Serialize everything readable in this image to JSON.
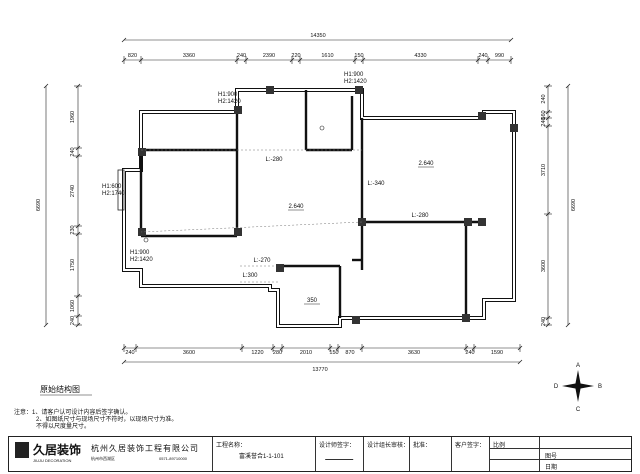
{
  "drawing": {
    "title": "原始结构图",
    "overall_top": "14350",
    "overall_bottom": "13770",
    "overall_left": "6690",
    "overall_right": "6690",
    "top_dims": [
      "820",
      "3360",
      "240",
      "2390",
      "220",
      "1610",
      "150",
      "4330",
      "240",
      "990"
    ],
    "bottom_dims": [
      "240",
      "3600",
      "1220",
      "280",
      "2010",
      "150",
      "870",
      "3630",
      "240",
      "1590"
    ],
    "left_dims": [
      "1960",
      "240",
      "2740",
      "230",
      "1750",
      "1060",
      "240"
    ],
    "right_dims": [
      "240",
      "660",
      "240",
      "3710",
      "3600",
      "240"
    ],
    "window_labels": [
      {
        "h1": "H1:900",
        "h2": "H2:1420"
      },
      {
        "h1": "H1:900",
        "h2": "H2:1420"
      },
      {
        "h1": "H1:600",
        "h2": "H2:1740"
      },
      {
        "h1": "H1:900",
        "h2": "H2:1420"
      }
    ],
    "beam_labels": [
      "L:-280",
      "L:-340",
      "L:-280",
      "L:-270",
      "L:300"
    ],
    "heights": [
      "2.640",
      "2.640",
      "350"
    ]
  },
  "notes": {
    "line1": "注意：1、请客户认可设计内容后签字确认。",
    "line2": "2、如图纸尺寸与现场尺寸不符时，以现场尺寸为准。",
    "line3": "不得以尺度量尺寸。"
  },
  "compass": {
    "n": "A",
    "s": "C",
    "e": "B",
    "w": "D"
  },
  "title_block": {
    "brand": "久居装饰",
    "brand_en": "JIUJU DECORATION",
    "company": "杭州久居装饰工程有限公司",
    "address": "杭州市西湖区",
    "phone": "0571-89710000",
    "project_label": "工程名称：",
    "project_name": "富溪誉合1-1-101",
    "designer_label": "设计师签字：",
    "manager_label": "设计组长审核：",
    "approve_label": "批准：",
    "client_label": "客户签字：",
    "scale_label": "比例",
    "drawing_no_label": "图号",
    "date_label": "日期"
  }
}
